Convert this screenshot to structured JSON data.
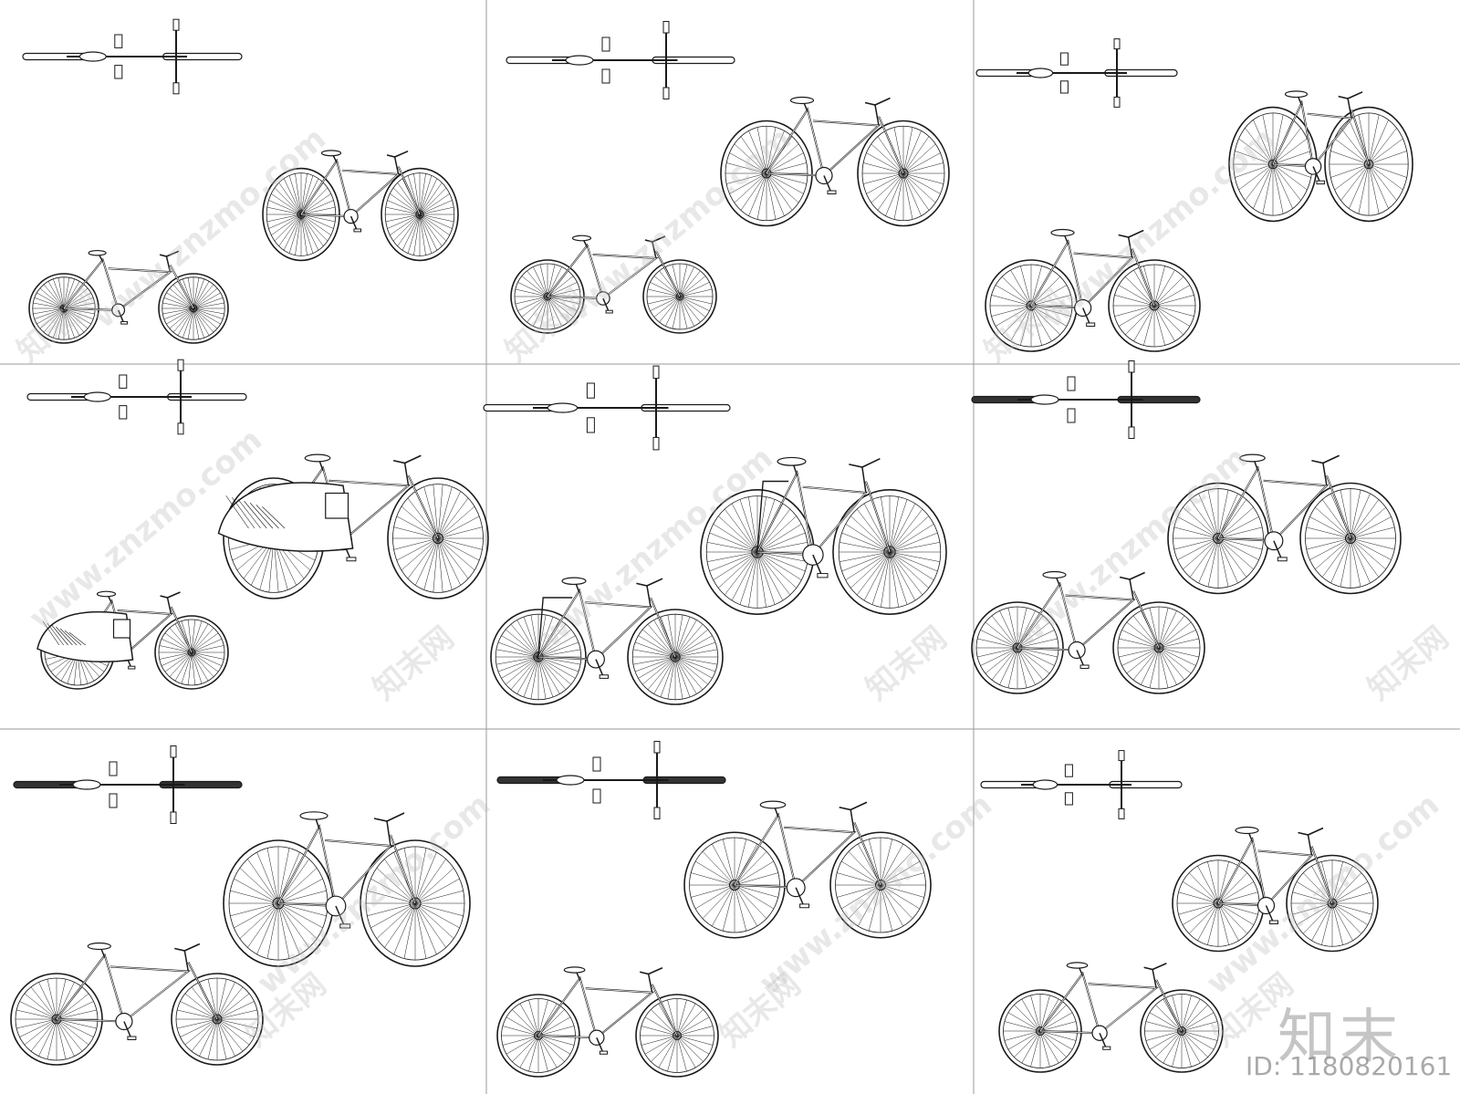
{
  "watermark": {
    "url_text": "www.znzmo.com",
    "cn_text": "知末网"
  },
  "brand": {
    "logo": "知末",
    "id": "ID: 1180820161"
  },
  "panels": [
    {
      "name": "panel-bmx-1"
    },
    {
      "name": "panel-bmx-2"
    },
    {
      "name": "panel-road-bike"
    },
    {
      "name": "panel-cargo-bike"
    },
    {
      "name": "panel-city-bike"
    },
    {
      "name": "panel-mountain-bike-1"
    },
    {
      "name": "panel-downhill-bike"
    },
    {
      "name": "panel-cruiser-bike"
    },
    {
      "name": "panel-kids-bike"
    }
  ],
  "colors": {
    "line": "#1a1a1a",
    "grid": "#9a9a9a",
    "watermark": "#bdbdbd"
  }
}
